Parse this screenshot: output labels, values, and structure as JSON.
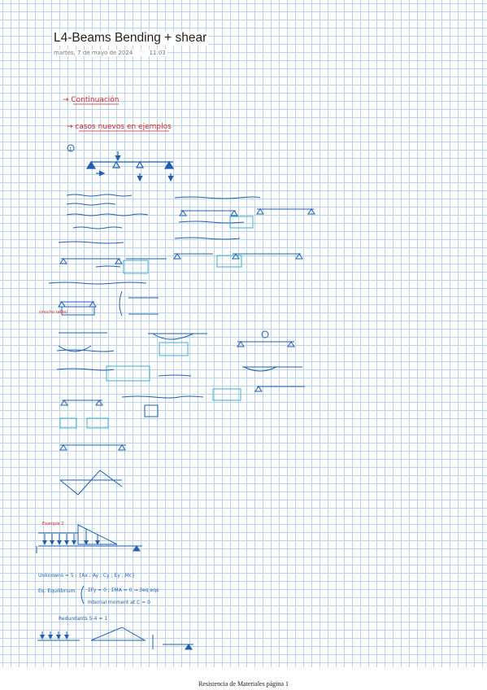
{
  "page": {
    "title": "L4-Beams Bending + shear",
    "date": "martes, 7 de mayo de 2024",
    "time": "11:03",
    "footer": "Resistencia de Materiales página 1"
  },
  "notes": {
    "heading_continuation": "→ Continuación",
    "heading_new_cases": "→ casos nuevos en ejemplos",
    "example_number": "1",
    "example_label": "Example 2",
    "unknowns_eq": "Unknowns = 5 : {Ax ; Ay ; Cy ; Ey ; Mc}",
    "eq_equilibrium": "Eq. Equilibrium",
    "eq_sums": "ΣFy = 0 ; ΣMA = 0 → 3eq eqs",
    "internal_moment": "Internal moment at C = 0",
    "redundants": "Redundants 5-4 = 1"
  },
  "colors": {
    "ink_blue": "#1f5fae",
    "ink_red": "#d6232a",
    "grid": "#b9d3ee",
    "teal_box": "#3fb0c9"
  }
}
